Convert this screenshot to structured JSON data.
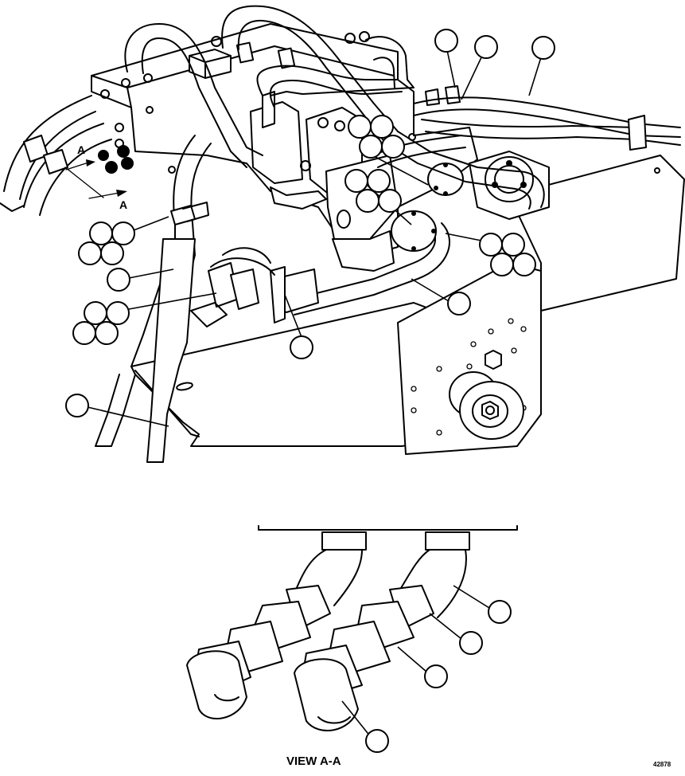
{
  "section_marker": "A",
  "view_caption": "VIEW A-A",
  "figure_number": "42878",
  "callouts": [
    {
      "id": "c1"
    },
    {
      "id": "c2"
    },
    {
      "id": "c3"
    },
    {
      "id": "c4"
    },
    {
      "id": "c5"
    },
    {
      "id": "c6"
    },
    {
      "id": "c7"
    },
    {
      "id": "c8"
    },
    {
      "id": "c9"
    },
    {
      "id": "c10"
    },
    {
      "id": "c11"
    },
    {
      "id": "c12"
    },
    {
      "id": "c13"
    },
    {
      "id": "c14"
    },
    {
      "id": "c15"
    },
    {
      "id": "c16"
    },
    {
      "id": "c17"
    },
    {
      "id": "c18"
    },
    {
      "id": "c19"
    },
    {
      "id": "c20"
    },
    {
      "id": "c21"
    },
    {
      "id": "c22"
    },
    {
      "id": "c23"
    },
    {
      "id": "c24"
    },
    {
      "id": "c25"
    },
    {
      "id": "c26"
    },
    {
      "id": "c27"
    },
    {
      "id": "c28"
    },
    {
      "id": "c29"
    },
    {
      "id": "c30"
    },
    {
      "id": "c31"
    },
    {
      "id": "c32"
    },
    {
      "id": "c33"
    },
    {
      "id": "c34"
    },
    {
      "id": "c35"
    },
    {
      "id": "c36"
    }
  ]
}
